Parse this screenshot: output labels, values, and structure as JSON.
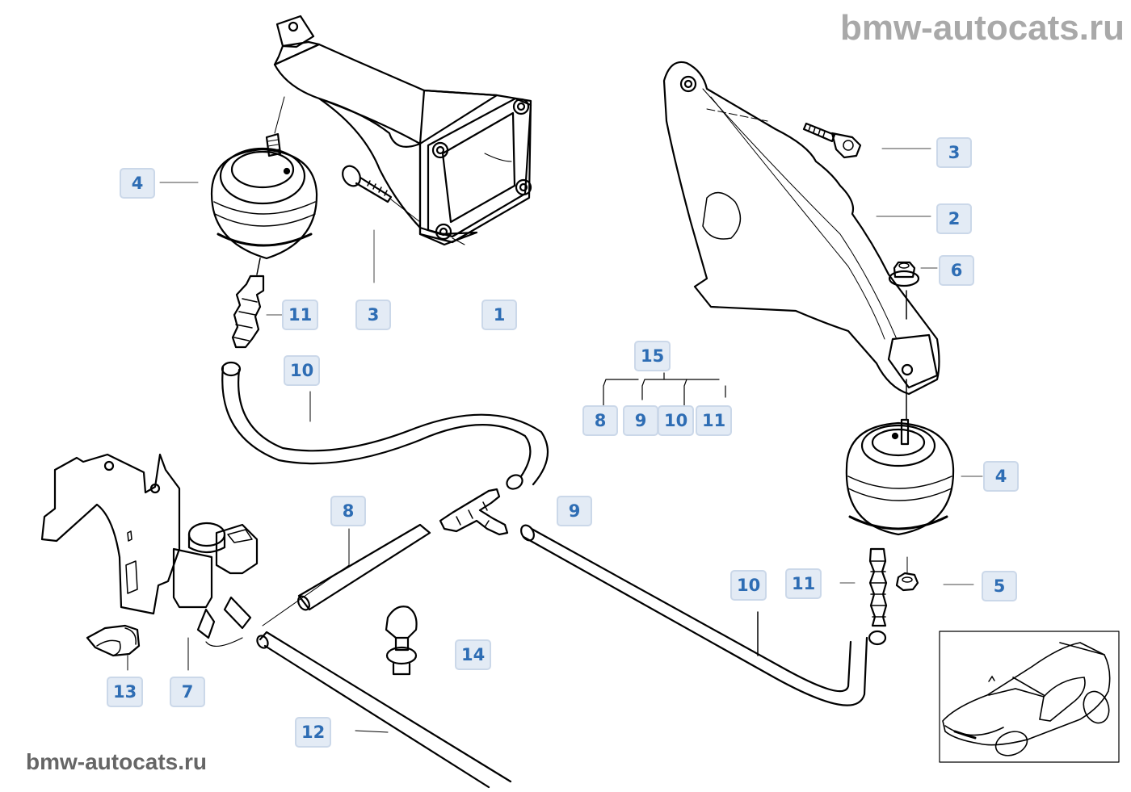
{
  "watermarks": {
    "top_right": "bmw-autocats.ru",
    "bottom_left": "bmw-autocats.ru"
  },
  "diagram": {
    "subject": "engine mount / suspension parts diagram with vacuum hoses",
    "callout_colors": {
      "fill": "#e3ebf5",
      "border": "#cbd8e9",
      "text": "#2e6db4"
    },
    "callouts": [
      {
        "id": "c-4-left",
        "label": "4"
      },
      {
        "id": "c-11-left",
        "label": "11"
      },
      {
        "id": "c-3-left",
        "label": "3"
      },
      {
        "id": "c-1",
        "label": "1"
      },
      {
        "id": "c-10-left",
        "label": "10"
      },
      {
        "id": "c-15",
        "label": "15"
      },
      {
        "id": "c-8-group",
        "label": "8"
      },
      {
        "id": "c-9-group",
        "label": "9"
      },
      {
        "id": "c-10-group",
        "label": "10"
      },
      {
        "id": "c-11-group",
        "label": "11"
      },
      {
        "id": "c-3-right",
        "label": "3"
      },
      {
        "id": "c-2",
        "label": "2"
      },
      {
        "id": "c-6",
        "label": "6"
      },
      {
        "id": "c-4-right",
        "label": "4"
      },
      {
        "id": "c-8",
        "label": "8"
      },
      {
        "id": "c-9",
        "label": "9"
      },
      {
        "id": "c-10-right",
        "label": "10"
      },
      {
        "id": "c-11-right",
        "label": "11"
      },
      {
        "id": "c-5",
        "label": "5"
      },
      {
        "id": "c-14",
        "label": "14"
      },
      {
        "id": "c-13",
        "label": "13"
      },
      {
        "id": "c-7",
        "label": "7"
      },
      {
        "id": "c-12",
        "label": "12"
      }
    ],
    "inset": {
      "label": "vehicle location overview (sedan outline)"
    }
  }
}
